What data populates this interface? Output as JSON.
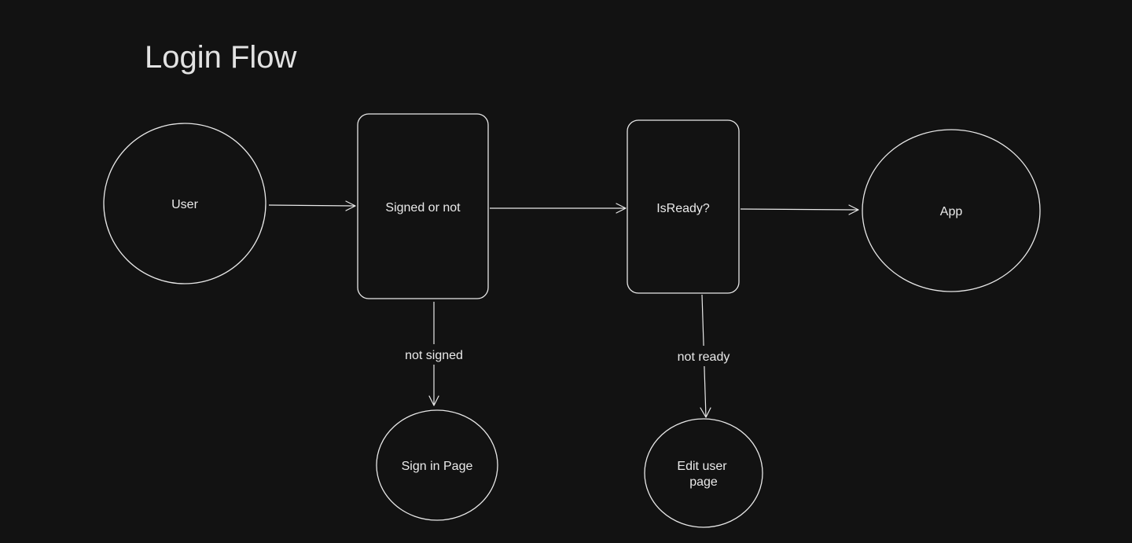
{
  "title": "Login Flow",
  "nodes": {
    "user": {
      "label": "User"
    },
    "signed": {
      "label": "Signed or not"
    },
    "isready": {
      "label": "IsReady?"
    },
    "app": {
      "label": "App"
    },
    "signin": {
      "label": "Sign in Page"
    },
    "edituser": {
      "line1": "Edit user",
      "line2": "page"
    }
  },
  "edges": {
    "user_to_signed": {
      "from": "User",
      "to": "Signed or not"
    },
    "signed_to_isready": {
      "from": "Signed or not",
      "to": "IsReady?"
    },
    "isready_to_app": {
      "from": "IsReady?",
      "to": "App"
    },
    "signed_to_signin": {
      "from": "Signed or not",
      "to": "Sign in Page",
      "label": "not signed"
    },
    "isready_to_edituser": {
      "from": "IsReady?",
      "to": "Edit user page",
      "label": "not ready"
    }
  },
  "colors": {
    "background": "#121212",
    "stroke": "#e8e8e8",
    "text": "#eaeaea"
  }
}
